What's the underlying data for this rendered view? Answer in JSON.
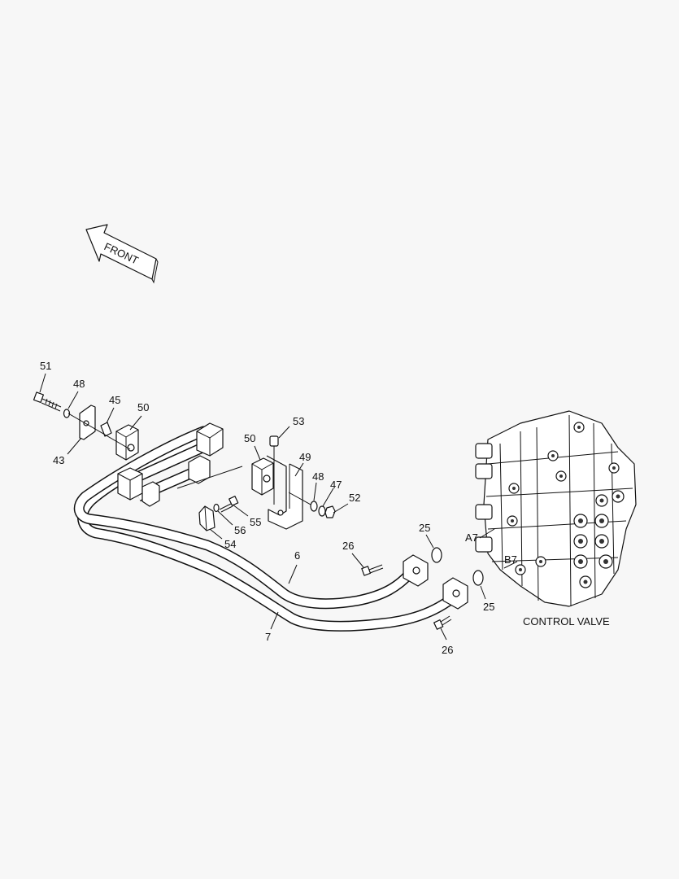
{
  "front_arrow": {
    "label": "FRONT"
  },
  "callouts": {
    "c51": "51",
    "c48a": "48",
    "c45": "45",
    "c50a": "50",
    "c43": "43",
    "c53": "53",
    "c50b": "50",
    "c49": "49",
    "c48b": "48",
    "c47": "47",
    "c52": "52",
    "c55": "55",
    "c56": "56",
    "c54": "54",
    "c25a": "25",
    "c25b": "25",
    "c26a": "26",
    "c26b": "26",
    "c6": "6",
    "c7": "7",
    "cA7": "A7",
    "cB7": "B7"
  },
  "control_valve": {
    "label": "CONTROL VALVE"
  }
}
